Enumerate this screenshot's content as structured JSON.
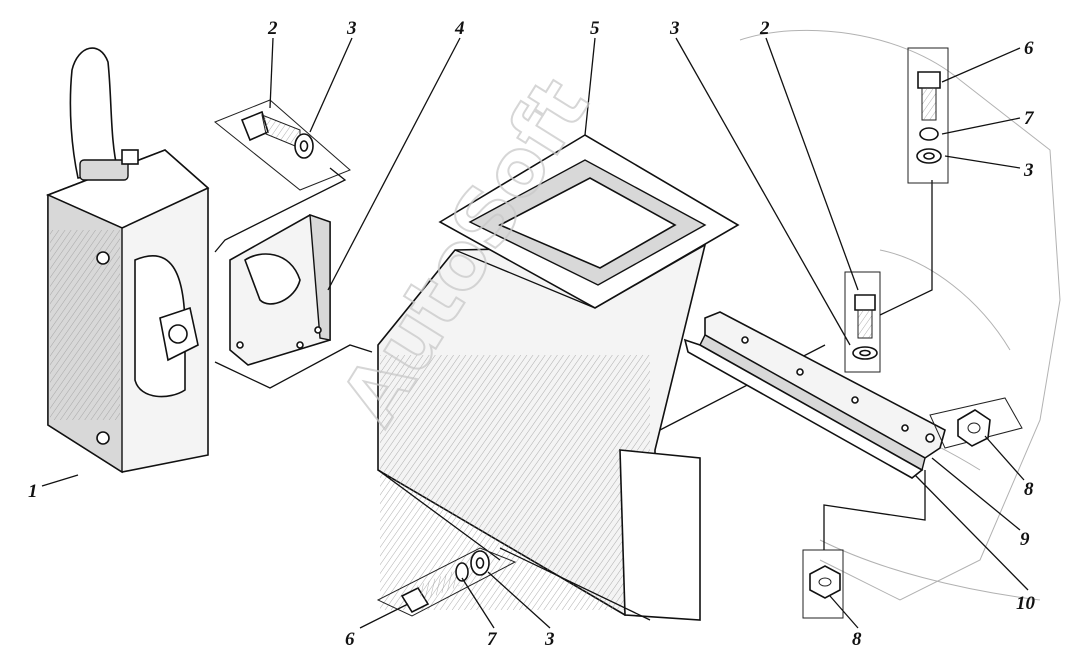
{
  "watermark": "AutoSoft",
  "callouts": [
    {
      "id": "c1",
      "text": "1"
    },
    {
      "id": "c2a",
      "text": "2"
    },
    {
      "id": "c3a",
      "text": "3"
    },
    {
      "id": "c4",
      "text": "4"
    },
    {
      "id": "c5",
      "text": "5"
    },
    {
      "id": "c3b",
      "text": "3"
    },
    {
      "id": "c2b",
      "text": "2"
    },
    {
      "id": "c6a",
      "text": "6"
    },
    {
      "id": "c7a",
      "text": "7"
    },
    {
      "id": "c3c",
      "text": "3"
    },
    {
      "id": "c8a",
      "text": "8"
    },
    {
      "id": "c9",
      "text": "9"
    },
    {
      "id": "c10",
      "text": "10"
    },
    {
      "id": "c8b",
      "text": "8"
    },
    {
      "id": "c6b",
      "text": "6"
    },
    {
      "id": "c7b",
      "text": "7"
    },
    {
      "id": "c3d",
      "text": "3"
    }
  ]
}
